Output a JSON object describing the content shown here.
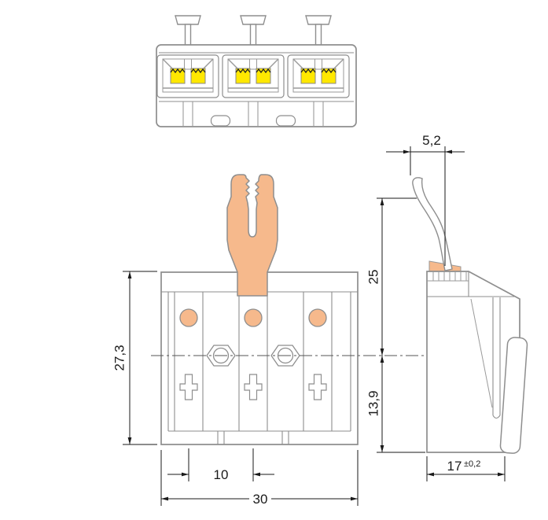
{
  "drawing": {
    "type": "technical-dimension-drawing",
    "views": {
      "top_view": "connector top view with 3 push-buttons",
      "front_view": "connector front view with release lever",
      "side_view": "connector side profile with mounting foot"
    },
    "dimensions": {
      "front_height": "27,3",
      "pole_pitch": "10",
      "front_width": "30",
      "foot_offset": "5,2",
      "upper_height": "25",
      "lower_height": "13,9",
      "depth": "17",
      "depth_tolerance": "±0,2"
    },
    "colors": {
      "line_gray": "#8e8e8e",
      "detail_gray": "#9a9a9a",
      "dimension_black": "#1a1a1a",
      "lever_orange": "#f6b98c",
      "spring_yellow": "#ffe800",
      "background": "#ffffff"
    }
  }
}
